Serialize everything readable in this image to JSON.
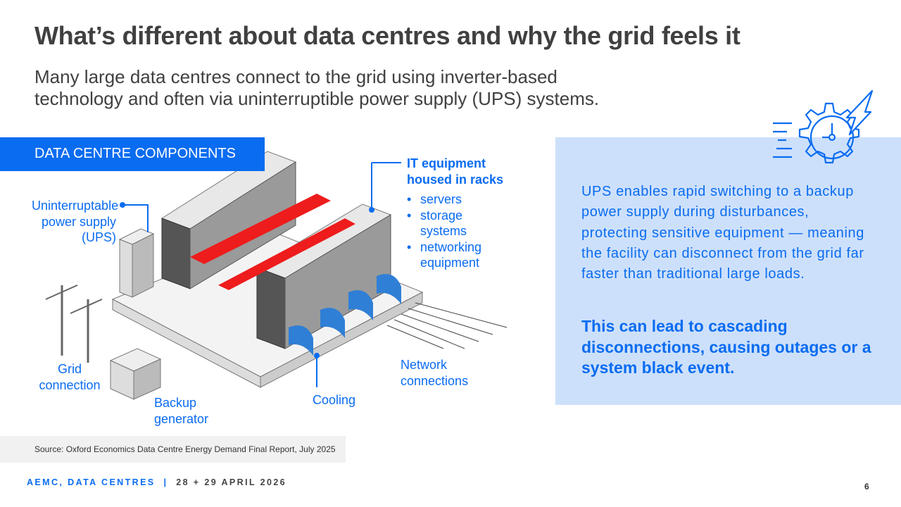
{
  "title": "What’s different about data centres and why the grid feels it",
  "subtitle": "Many large data centres connect to the grid using inverter-based technology and often via uninterruptible power supply (UPS) systems.",
  "tag": "DATA CENTRE COMPONENTS",
  "diagram": {
    "ups": "Uninterruptable power supply (UPS)",
    "it_title": "IT equipment housed in racks",
    "it_items": [
      "servers",
      "storage systems",
      "networking equipment"
    ],
    "grid": "Grid connection",
    "backup": "Backup generator",
    "cooling": "Cooling",
    "network": "Network connections"
  },
  "panel": {
    "text": "UPS enables rapid switching to a backup power supply during disturbances, protecting sensitive equipment — meaning the facility can disconnect from the grid far faster than traditional large loads.",
    "bold": "This can lead to cascading disconnections, causing outages or a system black event.",
    "icon": "gear-clock-lightning-icon"
  },
  "source": "Source: Oxford Economics Data Centre Energy Demand Final Report, July 2025",
  "footer": {
    "org": "AEMC, DATA CENTRES",
    "sep": "|",
    "date": "28 + 29 APRIL 2026"
  },
  "page_number": "6",
  "colors": {
    "accent": "#0a6cf0",
    "panel": "#cde0fb",
    "text": "#404040"
  }
}
